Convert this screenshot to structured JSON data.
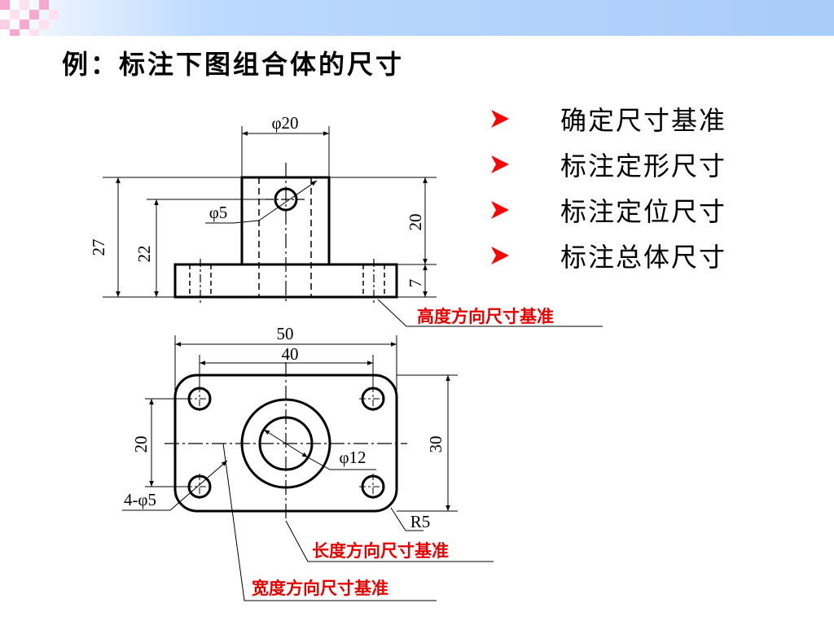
{
  "slide": {
    "title": "例：标注下图组合体的尺寸"
  },
  "bullets": [
    {
      "icon": "arrow-right-icon",
      "text": "确定尺寸基准"
    },
    {
      "icon": "arrow-right-icon",
      "text": "标注定形尺寸"
    },
    {
      "icon": "arrow-right-icon",
      "text": "标注定位尺寸"
    },
    {
      "icon": "arrow-right-icon",
      "text": "标注总体尺寸"
    }
  ],
  "colors": {
    "bullet_arrow": "#ff0000",
    "datum_note": "#e60000",
    "header_gradient": "#a8ccf7",
    "checker": "#f7a8d0"
  },
  "front_view": {
    "dims": {
      "top_dia": "φ20",
      "hole_dia": "φ5",
      "total_height": "27",
      "boss_height": "22",
      "upper_height": "20",
      "base_height": "7"
    },
    "datum_note": "高度方向尺寸基准"
  },
  "top_view": {
    "dims": {
      "overall_length": "50",
      "hole_spacing_length": "40",
      "hole_spacing_width": "20",
      "overall_width": "30",
      "center_dia": "φ12",
      "corner_holes": "4-φ5",
      "corner_radius": "R5"
    },
    "length_datum_note": "长度方向尺寸基准",
    "width_datum_note": "宽度方向尺寸基准"
  }
}
